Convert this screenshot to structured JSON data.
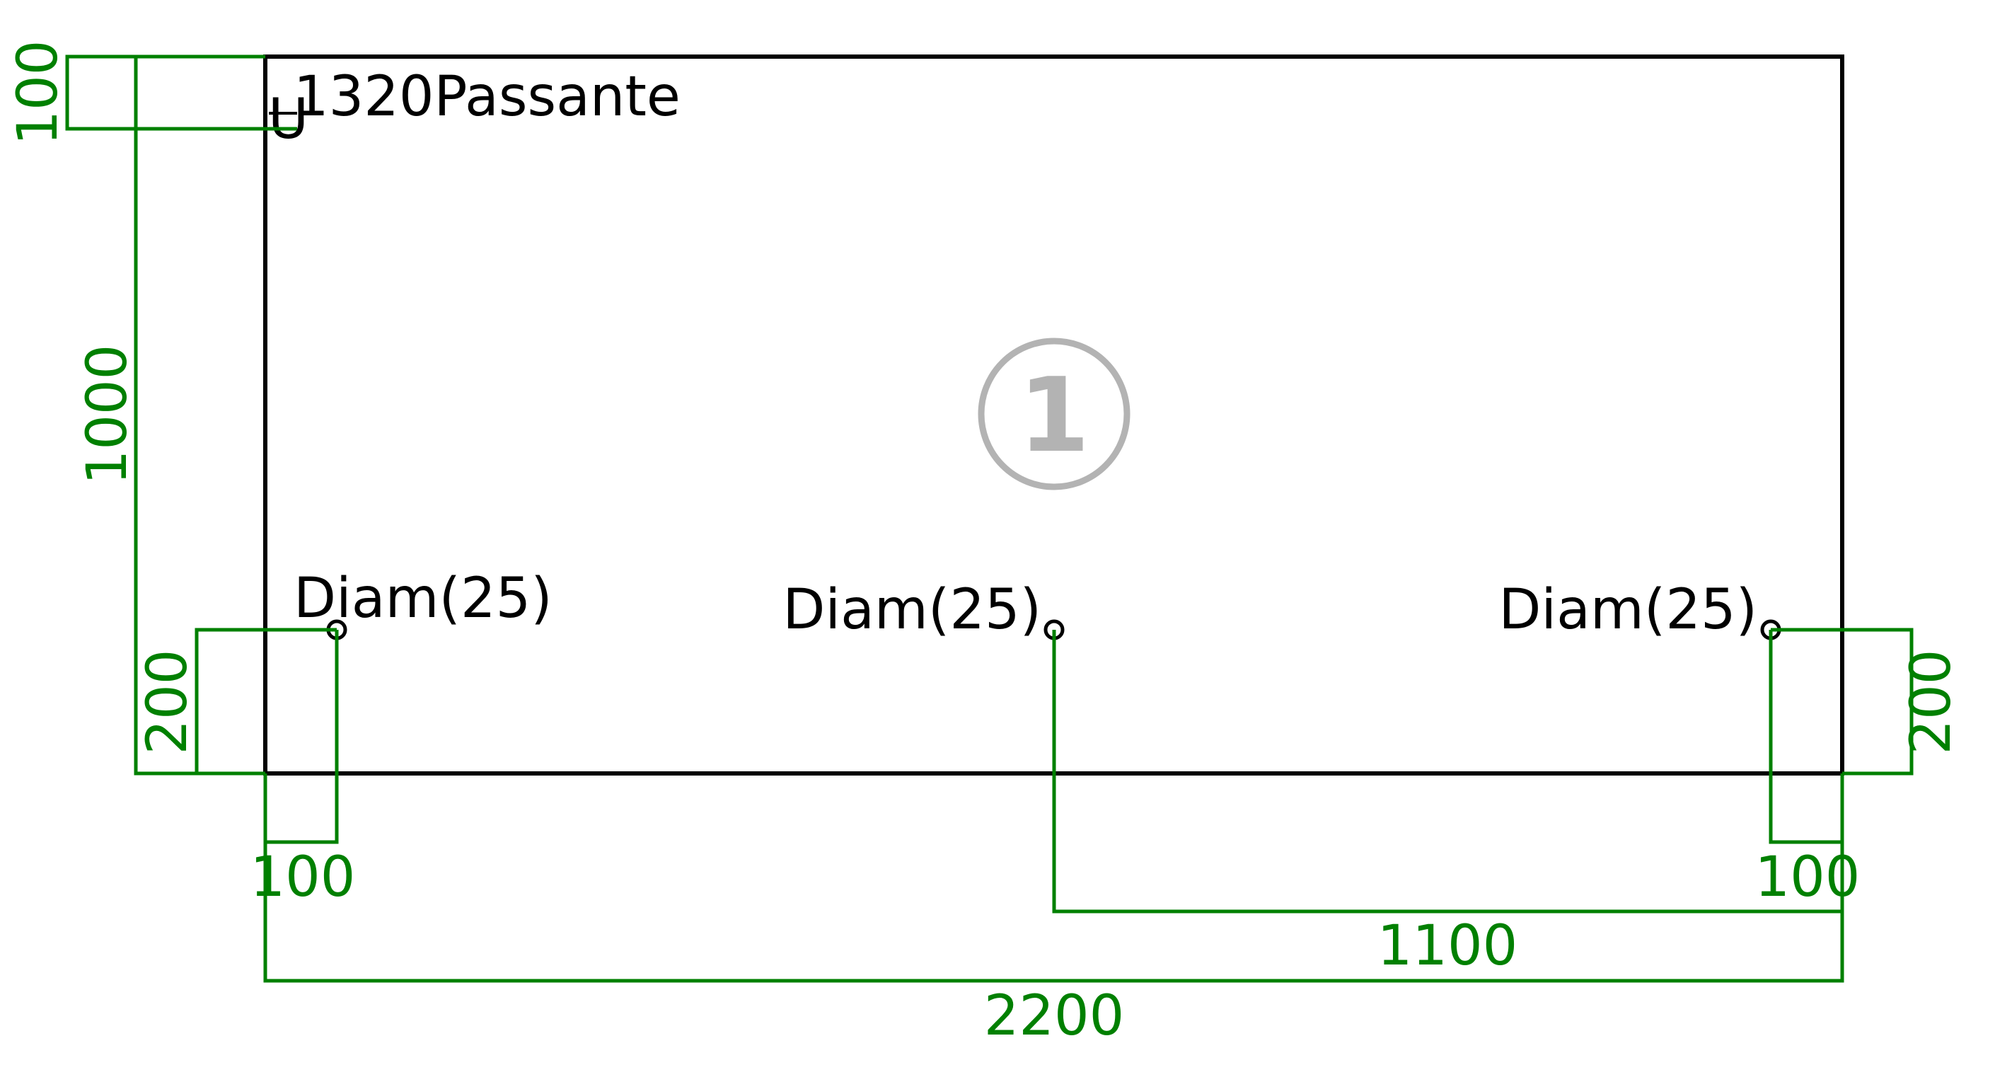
{
  "panel": {
    "id_badge": "1",
    "edge_label": "1320Passante",
    "edge_marker": "U",
    "border_color": "#000000"
  },
  "holes": [
    {
      "label": "Diam(25)",
      "diameter": 25
    },
    {
      "label": "Diam(25)",
      "diameter": 25
    },
    {
      "label": "Diam(25)",
      "diameter": 25
    }
  ],
  "dimensions": {
    "color": "#008000",
    "top_offset": "100",
    "height": "1000",
    "left_hole_from_bottom": "200",
    "right_hole_from_bottom": "200",
    "left_hole_from_left": "100",
    "right_hole_from_right": "100",
    "middle_hole_to_right": "1100",
    "overall_width": "2200"
  }
}
